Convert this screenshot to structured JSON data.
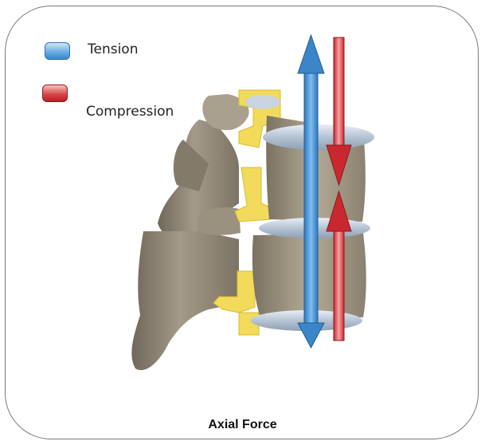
{
  "legend": {
    "tension": {
      "label": "Tension",
      "color": "#3b86c9"
    },
    "compression": {
      "label": "Compression",
      "color": "#c8282e"
    }
  },
  "caption": "Axial Force",
  "colors": {
    "bone": "#8f8676",
    "ligament": "#f2da5a",
    "disc": "#c6d2df"
  }
}
